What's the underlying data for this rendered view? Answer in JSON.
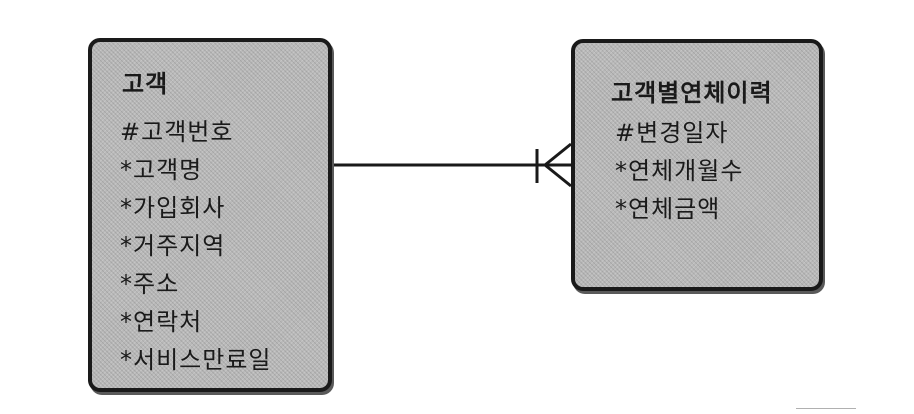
{
  "entities": {
    "customer": {
      "title": "고객",
      "attributes": [
        "#고객번호",
        "*고객명",
        "*가입회사",
        "*거주지역",
        "*주소",
        "*연락처",
        "*서비스만료일"
      ]
    },
    "overdue_history": {
      "title": "고객별연체이력",
      "attributes": [
        "#변경일자",
        "*연체개월수",
        "*연체금액"
      ]
    }
  },
  "relationship": {
    "from": "고객",
    "to": "고객별연체이력",
    "from_cardinality": "one",
    "to_cardinality": "many",
    "line_color": "#1a1a1a"
  },
  "colors": {
    "entity_fill": "#b9b9b9",
    "entity_border": "#1a1a1a"
  }
}
